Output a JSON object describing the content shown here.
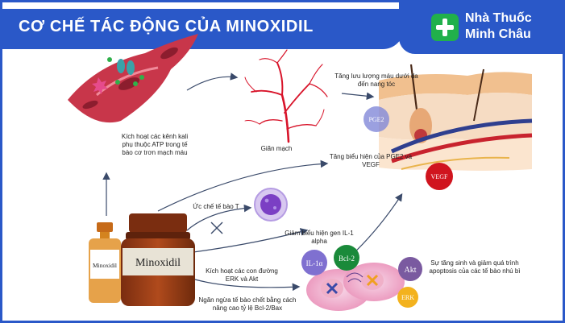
{
  "header": {
    "title": "CƠ CHẾ TÁC ĐỘNG CỦA MINOXIDIL",
    "brand_line1": "Nhà Thuốc",
    "brand_line2": "Minh Châu"
  },
  "labels": {
    "potassium": "Kích hoạt các kênh kali phụ thuộc ATP trong tế bào cơ trơn mạch máu",
    "vasodilation": "Giãn mạch",
    "blood_flow": "Tăng lưu lượng máu dưới da đến nang tóc",
    "pge2_vegf": "Tăng biểu hiện của PGE2 và VEGF",
    "t_cell": "Ức chế tế bào T",
    "il1": "Giảm biểu hiện gen IL-1 alpha",
    "erk_akt": "Kích hoạt các con đường ERK và Akt",
    "bcl2": "Ngăn ngừa tế bào chết bằng cách nâng cao tỷ lệ Bcl-2/Bax",
    "apoptosis": "Sự tăng sinh và giảm quá trình apoptosis của các tế bào nhú bì"
  },
  "badges": {
    "pge2": "PGE2",
    "vegf": "VEGF",
    "il1a": "IL-1α",
    "bcl2": "Bcl-2",
    "akt": "Akt",
    "erk": "ERK"
  },
  "bottles": {
    "small": "Minoxidil",
    "large": "Minoxidil"
  },
  "colors": {
    "brand": "#2a58c8",
    "logo_green": "#21b04b"
  }
}
